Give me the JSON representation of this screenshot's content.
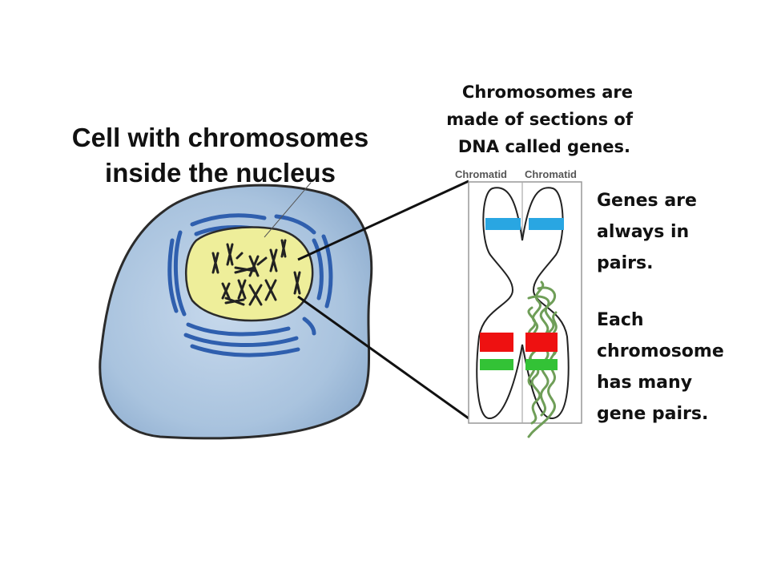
{
  "cell_title": {
    "line1": "Cell with chromosomes",
    "line2": "inside the nucleus"
  },
  "chromosome_note": {
    "line1": "Chromosomes are",
    "line2": "made of sections of",
    "line3": "DNA called genes."
  },
  "chromatid_labels": {
    "left": "Chromatid",
    "right": "Chromatid"
  },
  "genes_note": {
    "line1": "Genes are",
    "line2": "always in",
    "line3": "pairs."
  },
  "pairs_note": {
    "line1": "Each",
    "line2": "chromosome",
    "line3": "has many",
    "line4": "gene pairs."
  },
  "colors": {
    "cell_fill": "#a9c3de",
    "cell_outline": "#2b2b2b",
    "nucleus_fill": "#eeee9a",
    "er_blue": "#2f5fae",
    "gene_blue": "#29a6e2",
    "gene_red": "#ee1111",
    "gene_green": "#33c236",
    "dna_green": "#6f9e58"
  },
  "icons": [
    "cell-icon",
    "nucleus-icon",
    "chromosome-icon",
    "dna-coil-icon"
  ]
}
